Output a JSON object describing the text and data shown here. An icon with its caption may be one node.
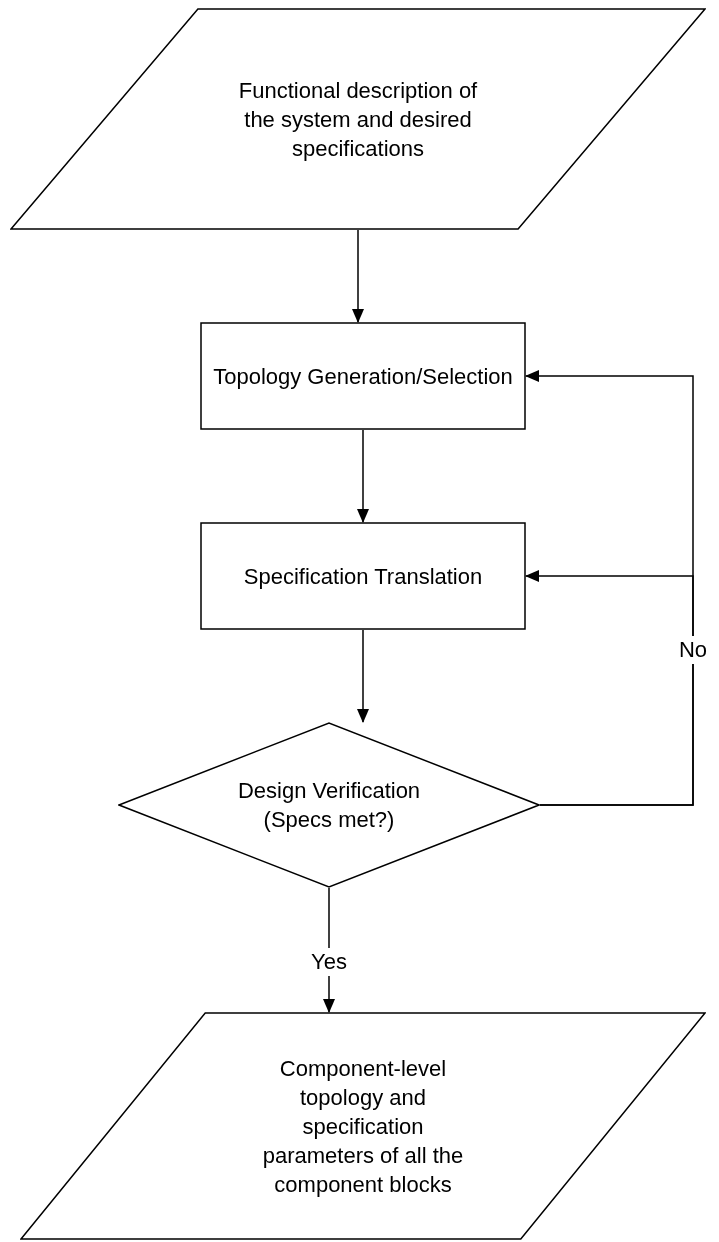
{
  "diagram": {
    "nodes": [
      {
        "text": [
          "Functional description of the system and desired specifications"
        ]
      },
      {
        "text": [
          "Topology Generation/Selection"
        ]
      },
      {
        "text": [
          "Specification Translation"
        ]
      },
      {
        "text": [
          "Design Verification (Specs met?)"
        ]
      },
      {
        "text": [
          "Component-level topology and specification parameters of all the component blocks"
        ]
      }
    ],
    "edges": [
      {
        "from": 0,
        "to": 1,
        "arrow": "to"
      },
      {
        "from": 1,
        "to": 2,
        "arrow": "to"
      },
      {
        "from": 2,
        "to": 3,
        "arrow": "to"
      },
      {
        "from": 3,
        "to": 1,
        "arrow": "to",
        "label": "No"
      },
      {
        "from": 3,
        "to": 2,
        "arrow": "to"
      },
      {
        "from": 3,
        "to": 4,
        "arrow": "to",
        "label": "Yes"
      }
    ]
  }
}
